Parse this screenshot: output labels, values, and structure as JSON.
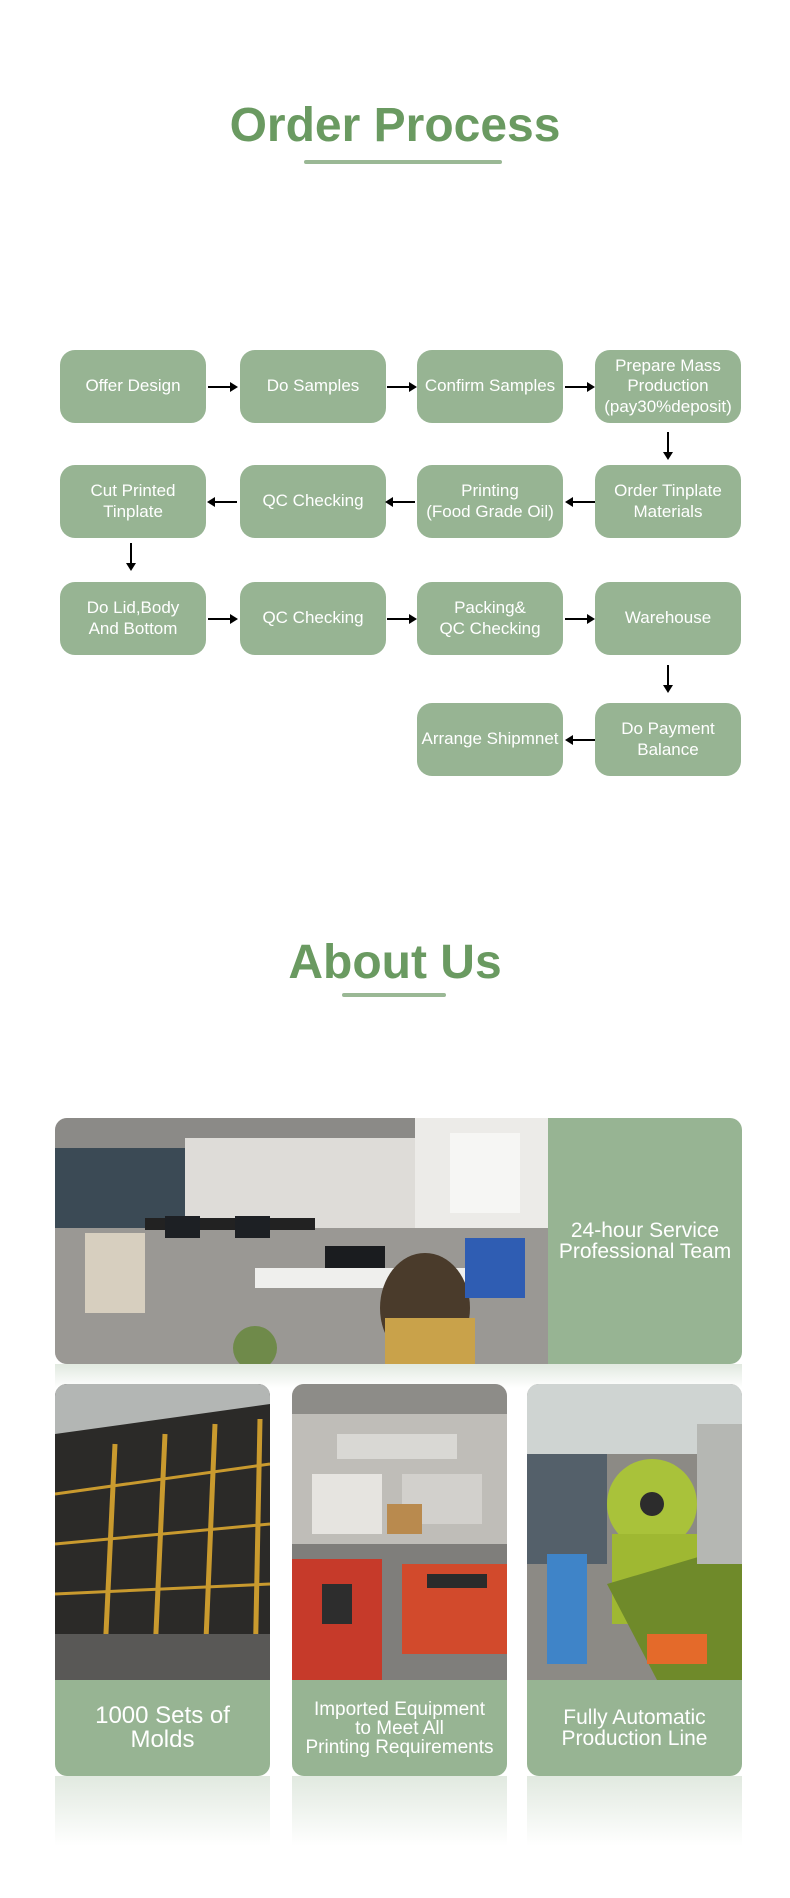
{
  "order_process": {
    "title": "Order Process",
    "steps": [
      "Offer Design",
      "Do Samples",
      "Confirm Samples",
      "Prepare Mass\nProduction\n(pay30%deposit)",
      "Order Tinplate\nMaterials",
      "Printing\n(Food Grade Oil)",
      "QC Checking",
      "Cut Printed\nTinplate",
      "Do Lid,Body\nAnd Bottom",
      "QC Checking",
      "Packing&\nQC Checking",
      "Warehouse",
      "Do Payment\nBalance",
      "Arrange Shipmnet"
    ]
  },
  "about_us": {
    "title": "About Us",
    "hero_label": "24-hour Service\nProfessional Team",
    "cards": [
      "1000 Sets of\nMolds",
      "Imported Equipment\nto Meet All\nPrinting Requirements",
      "Fully Automatic\nProduction Line"
    ]
  },
  "colors": {
    "title_green": "#6a9a61",
    "box_green": "#97b493"
  }
}
